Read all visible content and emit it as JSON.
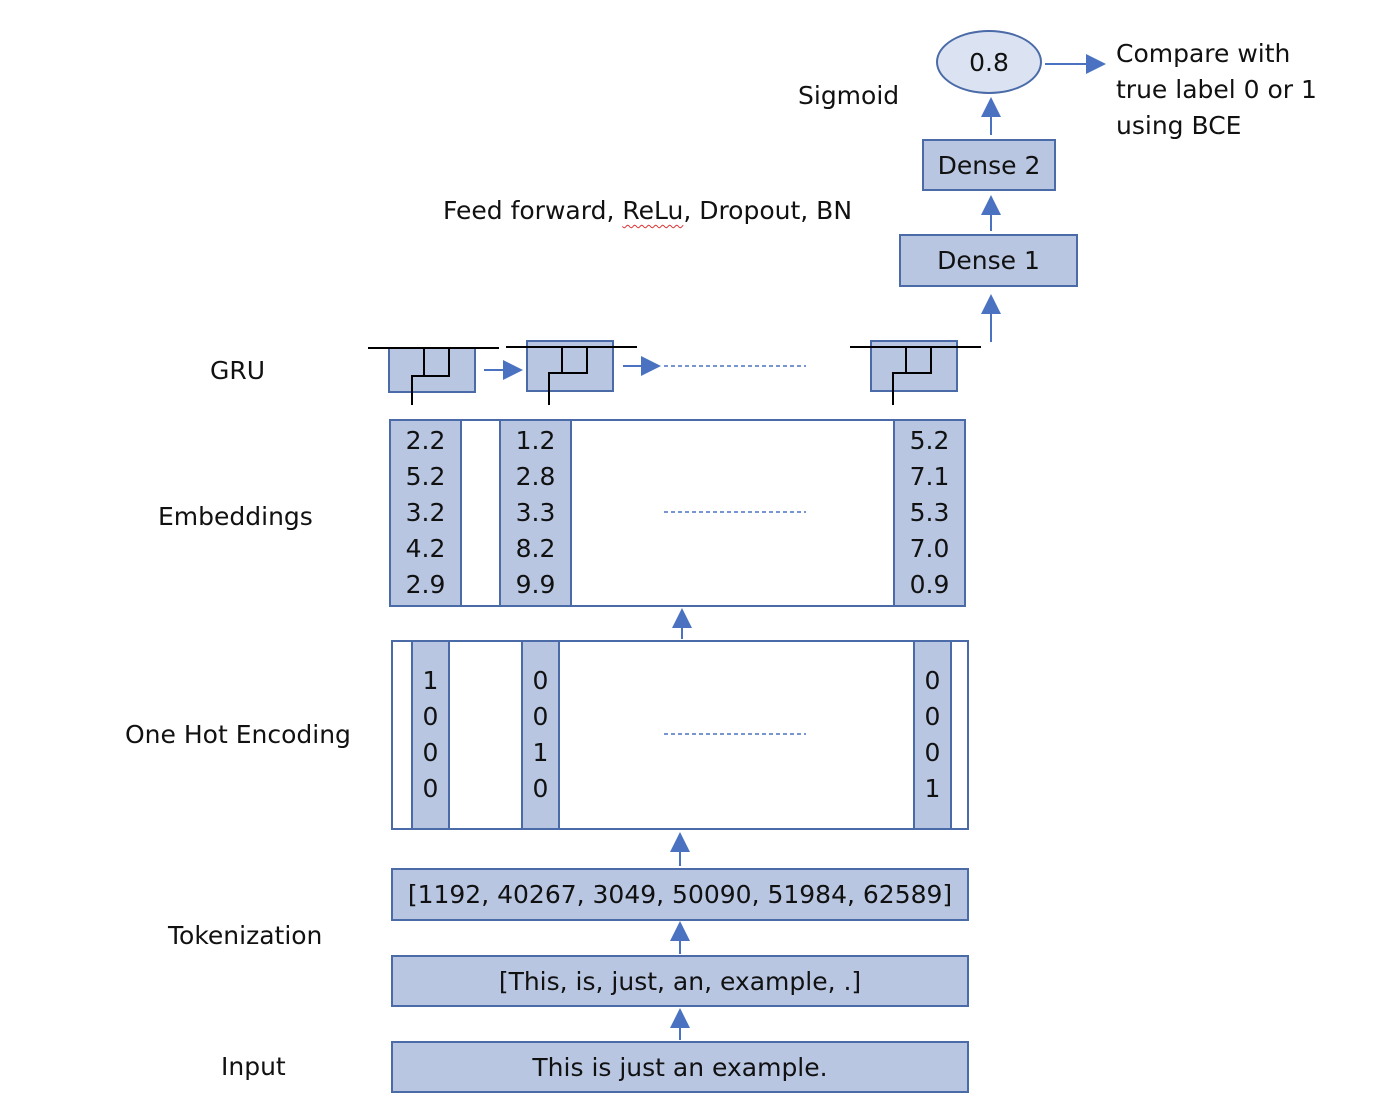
{
  "labels": {
    "sigmoid": "Sigmoid",
    "feed_forward_pre": "Feed forward, ",
    "feed_forward_relu": "ReLu",
    "feed_forward_post": ", Dropout, BN",
    "gru": "GRU",
    "embeddings": "Embeddings",
    "one_hot": "One Hot Encoding",
    "tokenization": "Tokenization",
    "input": "Input"
  },
  "output": {
    "value": "0.8",
    "compare_lines": [
      "Compare with",
      "true label 0 or 1",
      "using BCE"
    ]
  },
  "dense": {
    "dense2": "Dense 2",
    "dense1": "Dense 1"
  },
  "embeddings": {
    "columns": [
      [
        "2.2",
        "5.2",
        "3.2",
        "4.2",
        "2.9"
      ],
      [
        "1.2",
        "2.8",
        "3.3",
        "8.2",
        "9.9"
      ],
      [
        "5.2",
        "7.1",
        "5.3",
        "7.0",
        "0.9"
      ]
    ]
  },
  "one_hot": {
    "columns": [
      [
        "1",
        "0",
        "0",
        "0"
      ],
      [
        "0",
        "0",
        "1",
        "0"
      ],
      [
        "0",
        "0",
        "0",
        "1"
      ]
    ]
  },
  "tokens": {
    "ids": "[1192, 40267, 3049, 50090, 51984, 62589]",
    "words": "[This, is, just, an, example, .]"
  },
  "input_text": "This is just an example.",
  "colors": {
    "box_fill": "#b8c6e2",
    "box_stroke": "#4a6aa8",
    "arrow": "#4a72c0"
  }
}
